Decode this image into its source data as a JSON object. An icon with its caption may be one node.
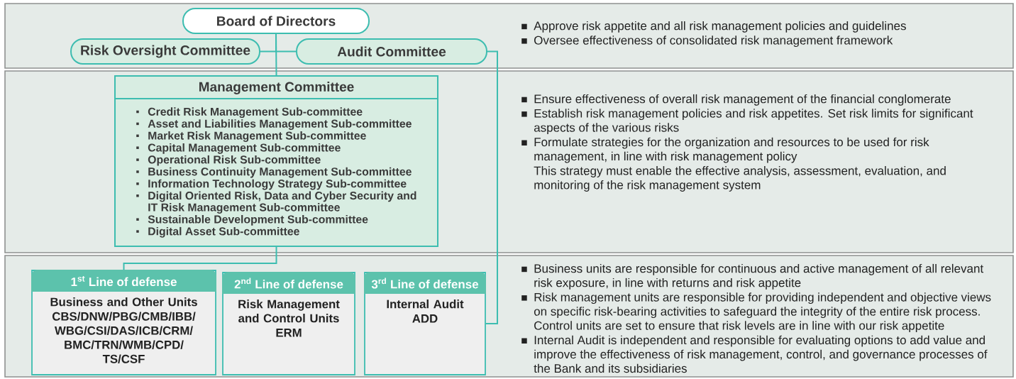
{
  "diagram": {
    "nodes": [
      {
        "text": [
          "Approve risk appetite and all risk management policies and guidelines",
          "Oversee effectiveness of consolidated risk management framework"
        ]
      },
      {
        "text": [
          "Board of Directors"
        ],
        "in": 0
      },
      {
        "text": [
          "Risk Oversight Committee"
        ],
        "in": 0
      },
      {
        "text": [
          "Audit Committee"
        ],
        "in": 0
      },
      {
        "text": [
          "Ensure effectiveness of overall risk management of the financial conglomerate",
          "Establish risk management policies and risk appetites. Set risk limits for significant aspects of the various risks",
          "Formulate strategies for the organization and resources to be used for risk management, in line with risk management policy",
          "This strategy must enable the effective analysis, assessment, evaluation, and monitoring of the risk management system"
        ]
      },
      {
        "text": [
          "Management Committee",
          "Credit Risk Management Sub-committee",
          "Asset and Liabilities Management Sub-committee",
          "Market Risk Management Sub-committee",
          "Capital Management Sub-committee",
          "Operational Risk Sub-committee",
          "Business Continuity Management Sub-committee",
          "Information Technology Strategy Sub-committee",
          "Digital Oriented Risk, Data and Cyber Security and IT Risk Management Sub-committee",
          "Sustainable Development Sub-committee",
          "Digital Asset Sub-committee"
        ],
        "in": 4
      },
      {
        "text": [
          "Business units are responsible for continuous and active management of all relevant risk exposure, in line with returns and risk appetite",
          "Risk management units are responsible for providing independent and objective views on specific risk-bearing activities to safeguard the integrity of the entire risk process. Control units are set to ensure that risk levels are in line with our risk appetite",
          "Internal Audit is independent and responsible for evaluating options to add value and improve the effectiveness of risk management, control, and governance processes of the Bank and its subsidiaries"
        ]
      },
      {
        "text": [
          "1$^{st}$ Line of defense",
          "Business and Other Units",
          "CBS/DNW/PBG/CMB/IBB/ WBG/CSI/DAS/ICB/CRM/ BMC/TRN/WMB/CPD/ TS/CSF"
        ],
        "in": 6
      },
      {
        "text": [
          "2$^{nd}$ Line of defense",
          "Risk Management and Control Units",
          "ERM"
        ],
        "in": 6
      },
      {
        "text": [
          "3$^{rd}$ Line of defense",
          "Internal Audit",
          "ADD"
        ],
        "in": 6
      }
    ],
    "edges": [
      {
        "from": 1,
        "to": 5,
        "arrow": "none"
      },
      {
        "from": 1,
        "to": 2,
        "arrow": "none"
      },
      {
        "from": 1,
        "to": 3,
        "arrow": "none"
      },
      {
        "from": 3,
        "to": 9,
        "arrow": "none"
      },
      {
        "from": 5,
        "to": 7,
        "arrow": "none"
      }
    ]
  }
}
